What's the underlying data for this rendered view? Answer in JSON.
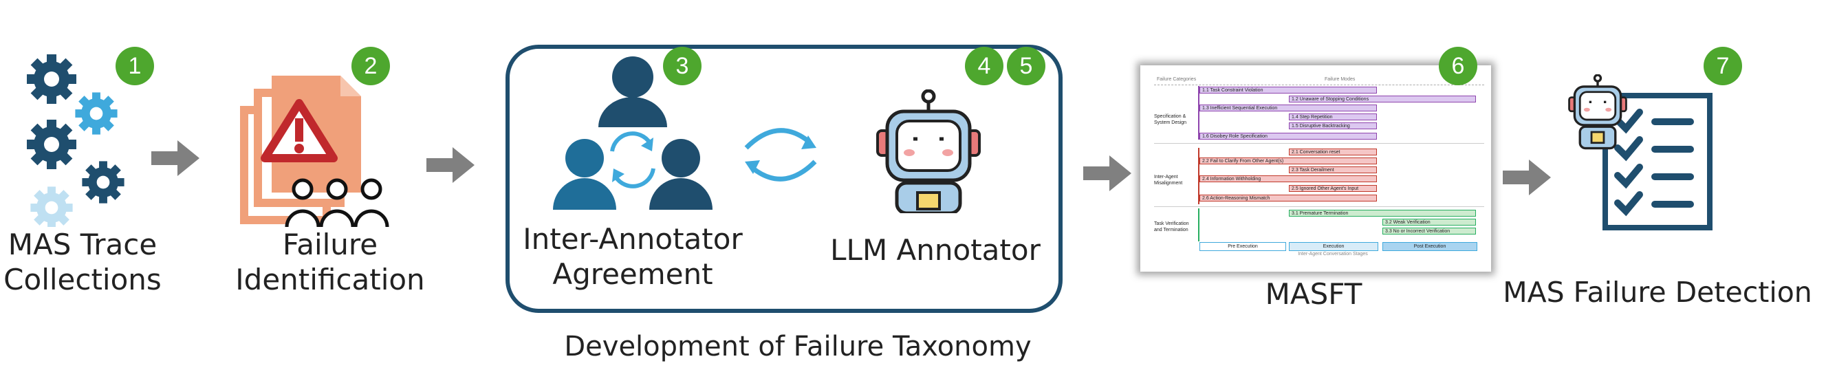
{
  "steps": {
    "s1": {
      "badge": "1",
      "label_line1": "MAS Trace",
      "label_line2": "Collections"
    },
    "s2": {
      "badge": "2",
      "label_line1": "Failure",
      "label_line2": "Identification"
    },
    "s3": {
      "badge": "3",
      "label_line1": "Inter-Annotator",
      "label_line2": "Agreement"
    },
    "s4": {
      "badge": "4"
    },
    "s5": {
      "badge": "5",
      "label": "LLM Annotator"
    },
    "s6": {
      "badge": "6",
      "label": "MASFT"
    },
    "s7": {
      "badge": "7",
      "label": "MAS Failure Detection"
    }
  },
  "group_caption": "Development of Failure Taxonomy",
  "colors": {
    "badge": "#4ea72e",
    "navy": "#1f4e6e",
    "blue": "#3fa9dc",
    "salmon": "#f0a07a",
    "arrow": "#808080"
  },
  "taxonomy": {
    "header_left": "Failure Categories",
    "header_right": "Failure Modes",
    "categories": [
      "Specification & System Design",
      "Inter-Agent Misalignment",
      "Task Verification and Termination"
    ],
    "modes": [
      "1.1 Task Constraint Violation",
      "1.2 Unaware of Stopping Conditions",
      "1.3 Inefficient Sequential Execution",
      "1.4 Step Repetition",
      "1.5 Disruptive Backtracking",
      "1.6 Disobey Role Specification",
      "2.1 Conversation reset",
      "2.2 Fail to Clarify From Other Agent(s)",
      "2.3 Task Derailment",
      "2.4 Information Withholding",
      "2.5 Ignored Other Agent's Input",
      "2.6 Action-Reasoning Mismatch",
      "3.1 Premature Termination",
      "3.2 Weak Verification",
      "3.3 No or Incorrect Verification"
    ],
    "stages": [
      "Pre Execution",
      "Execution",
      "Post Execution"
    ],
    "stages_caption": "Inter-Agent Conversation Stages"
  }
}
